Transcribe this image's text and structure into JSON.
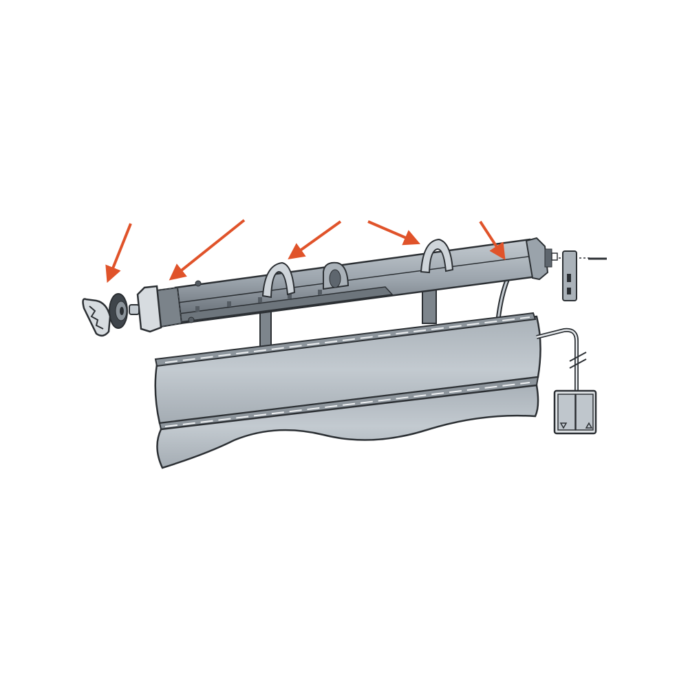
{
  "diagram": {
    "subject": "roller-shutter-tubular-motor-assembly",
    "colors": {
      "arrow": "#e0532a",
      "tube": "#9aa3ab",
      "tube_light": "#c4cbd1",
      "tube_dark": "#5e666e",
      "shutter": "#b9c1c8",
      "outline": "#2b2f33",
      "switch": "#c9ced3"
    },
    "components": [
      {
        "id": "end-cap",
        "icon": "end-cap-icon"
      },
      {
        "id": "bearing",
        "icon": "bearing-icon"
      },
      {
        "id": "motor-head",
        "icon": "motor-head-icon"
      },
      {
        "id": "strap-clip",
        "icon": "clip-icon"
      },
      {
        "id": "drive-adapter",
        "icon": "adapter-icon"
      },
      {
        "id": "motor-tube",
        "icon": "tube-icon"
      },
      {
        "id": "mounting-bracket",
        "icon": "bracket-icon"
      },
      {
        "id": "shutter-slats",
        "icon": "slats-icon"
      },
      {
        "id": "wall-switch",
        "icon": "switch-icon",
        "buttons": [
          "down",
          "up"
        ]
      }
    ],
    "arrow_count": 5
  }
}
